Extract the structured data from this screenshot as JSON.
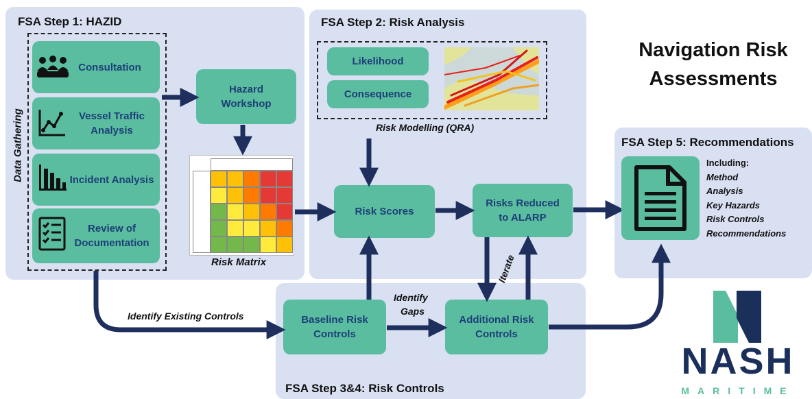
{
  "title": {
    "line1": "Navigation Risk",
    "line2": "Assessments"
  },
  "panels": {
    "step1": "FSA Step 1: HAZID",
    "step2": "FSA Step 2: Risk Analysis",
    "step34": "FSA Step 3&4: Risk Controls",
    "step5": "FSA Step 5: Recommendations"
  },
  "data_gathering": {
    "label": "Data Gathering",
    "items": [
      {
        "label": "Consultation",
        "icon": "people-group-icon"
      },
      {
        "label": "Vessel Traffic Analysis",
        "icon": "line-chart-icon"
      },
      {
        "label": "Incident Analysis",
        "icon": "bar-chart-icon"
      },
      {
        "label": "Review of Documentation",
        "icon": "checklist-icon"
      }
    ]
  },
  "nodes": {
    "hazard_workshop": "Hazard Workshop",
    "likelihood": "Likelihood",
    "consequence": "Consequence",
    "risk_scores": "Risk Scores",
    "risks_reduced": "Risks Reduced to ALARP",
    "baseline": "Baseline Risk Controls",
    "additional": "Additional Risk Controls"
  },
  "edge_labels": {
    "risk_matrix": "Risk Matrix",
    "risk_modelling": "Risk Modelling (QRA)",
    "identify_existing": "Identify Existing Controls",
    "identify_gaps_1": "Identify",
    "identify_gaps_2": "Gaps",
    "iterate": "Iterate"
  },
  "recommendations": {
    "heading": "Including:",
    "items": [
      "Method",
      "Analysis",
      "Key Hazards",
      "Risk Controls",
      "Recommendations"
    ]
  },
  "logo": {
    "name": "NASH",
    "sub": "MARITIME"
  },
  "colors": {
    "panel": "#d8e0f2",
    "box": "#5bbd9f",
    "box_text": "#1c3f78",
    "arrow": "#1e2f5e",
    "logo_navy": "#1b2f5b",
    "logo_teal": "#5bbd9f"
  }
}
